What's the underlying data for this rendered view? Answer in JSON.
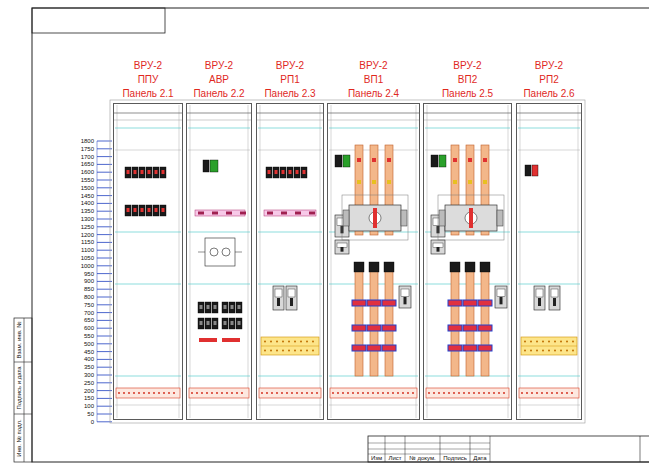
{
  "diagram": {
    "nodes": [
      {
        "text": [
          "ВРУ-2",
          "ППУ",
          "Панель 2.1"
        ]
      },
      {
        "text": [
          "ВРУ-2",
          "АВР",
          "Панель 2.2"
        ]
      },
      {
        "text": [
          "ВРУ-2",
          "РП1",
          "Панель 2.3"
        ]
      },
      {
        "text": [
          "ВРУ-2",
          "ВП1",
          "Панель 2.4"
        ]
      },
      {
        "text": [
          "ВРУ-2",
          "ВП2",
          "Панель 2.5"
        ]
      },
      {
        "text": [
          "ВРУ-2",
          "РП2",
          "Панель 2.6"
        ]
      }
    ],
    "labels": [
      "1800",
      "1750",
      "1700",
      "1650",
      "1600",
      "1550",
      "1500",
      "1450",
      "1400",
      "1350",
      "1300",
      "1250",
      "1200",
      "1150",
      "1100",
      "1050",
      "1000",
      "950",
      "900",
      "850",
      "800",
      "750",
      "700",
      "650",
      "600",
      "550",
      "500",
      "450",
      "400",
      "350",
      "300",
      "250",
      "200",
      "150",
      "100",
      "50",
      "0",
      "Изм",
      "Лист",
      "№ докум.",
      "Подпись",
      "Дата",
      "Взам. инв. №",
      "Подпись и дата",
      "Инв. № подл."
    ]
  }
}
